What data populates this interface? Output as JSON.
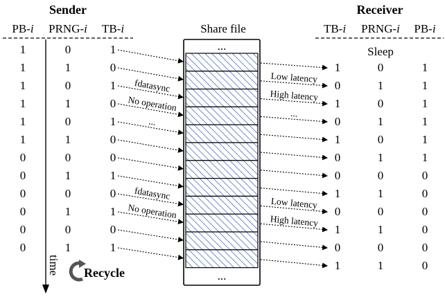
{
  "sender": {
    "title": "Sender",
    "col_labels": [
      {
        "prefix": "PB-",
        "suffix": "i"
      },
      {
        "prefix": "PRNG-",
        "suffix": "i"
      },
      {
        "prefix": "TB-",
        "suffix": "i"
      }
    ],
    "rows": [
      [
        "1",
        "0",
        "1"
      ],
      [
        "1",
        "1",
        "0"
      ],
      [
        "1",
        "0",
        "1"
      ],
      [
        "1",
        "1",
        "0"
      ],
      [
        "1",
        "0",
        "1"
      ],
      [
        "1",
        "1",
        "0"
      ],
      [
        "0",
        "0",
        "0"
      ],
      [
        "0",
        "1",
        "1"
      ],
      [
        "0",
        "0",
        "0"
      ],
      [
        "0",
        "1",
        "1"
      ],
      [
        "0",
        "0",
        "0"
      ],
      [
        "0",
        "1",
        "1"
      ]
    ],
    "time_label": "time",
    "recycle_label": "Recycle"
  },
  "share_file": {
    "title": "Share file",
    "top_label": "...",
    "bottom_label": "...",
    "block_count": 12
  },
  "receiver": {
    "title": "Receiver",
    "col_labels": [
      {
        "prefix": "TB-",
        "suffix": "i"
      },
      {
        "prefix": "PRNG-",
        "suffix": "i"
      },
      {
        "prefix": "PB-",
        "suffix": "i"
      }
    ],
    "sleep_label": "Sleep",
    "rows": [
      [
        "1",
        "0",
        "1"
      ],
      [
        "0",
        "1",
        "1"
      ],
      [
        "1",
        "0",
        "1"
      ],
      [
        "0",
        "1",
        "1"
      ],
      [
        "1",
        "0",
        "1"
      ],
      [
        "0",
        "1",
        "1"
      ],
      [
        "0",
        "0",
        "0"
      ],
      [
        "1",
        "1",
        "0"
      ],
      [
        "0",
        "0",
        "0"
      ],
      [
        "1",
        "1",
        "0"
      ],
      [
        "0",
        "0",
        "0"
      ],
      [
        "1",
        "1",
        "0"
      ]
    ]
  },
  "sender_notes": [
    {
      "row": 2,
      "text": "fdatasync"
    },
    {
      "row": 3,
      "text": "No operation"
    },
    {
      "row": 4,
      "text": "..."
    },
    {
      "row": 8,
      "text": "fdatasync"
    },
    {
      "row": 9,
      "text": "No operation"
    }
  ],
  "receiver_notes": [
    {
      "row": 2,
      "text": "Low latency"
    },
    {
      "row": 3,
      "text": "High latency"
    },
    {
      "row": 4,
      "text": "..."
    },
    {
      "row": 9,
      "text": "Low latency"
    },
    {
      "row": 10,
      "text": "High latency"
    }
  ],
  "colors": {
    "hatch": "#4a6fb5",
    "ink": "#000000",
    "background": "#ffffff"
  }
}
